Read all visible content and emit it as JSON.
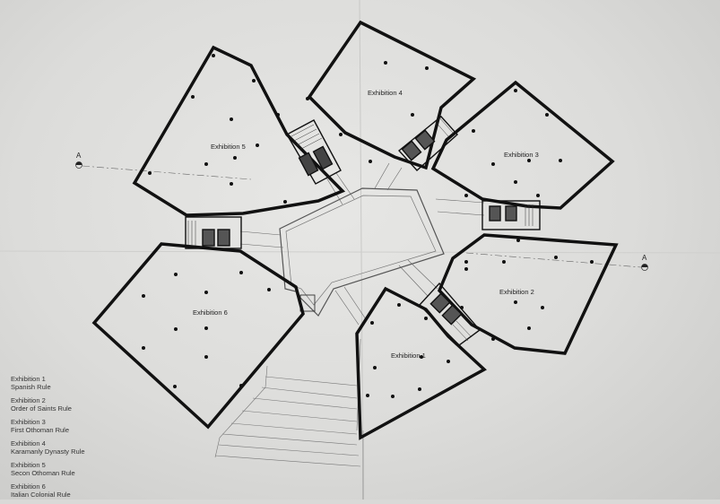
{
  "exhibitions": [
    {
      "label": "Exhibition 1",
      "period": "Spanish Rule"
    },
    {
      "label": "Exhibition 2",
      "period": "Order of Saints Rule"
    },
    {
      "label": "Exhibition 3",
      "period": "First Othoman Rule"
    },
    {
      "label": "Exhibition 4",
      "period": "Karamanly Dynasty  Rule"
    },
    {
      "label": "Exhibition 5",
      "period": "Secon Othoman  Rule"
    },
    {
      "label": "Exhibition 6",
      "period": "Italian Colonial Rule"
    }
  ],
  "section_marker": "A",
  "colors": {
    "wall": "#111111",
    "paper": "#e2e2e0",
    "line": "#555555"
  }
}
